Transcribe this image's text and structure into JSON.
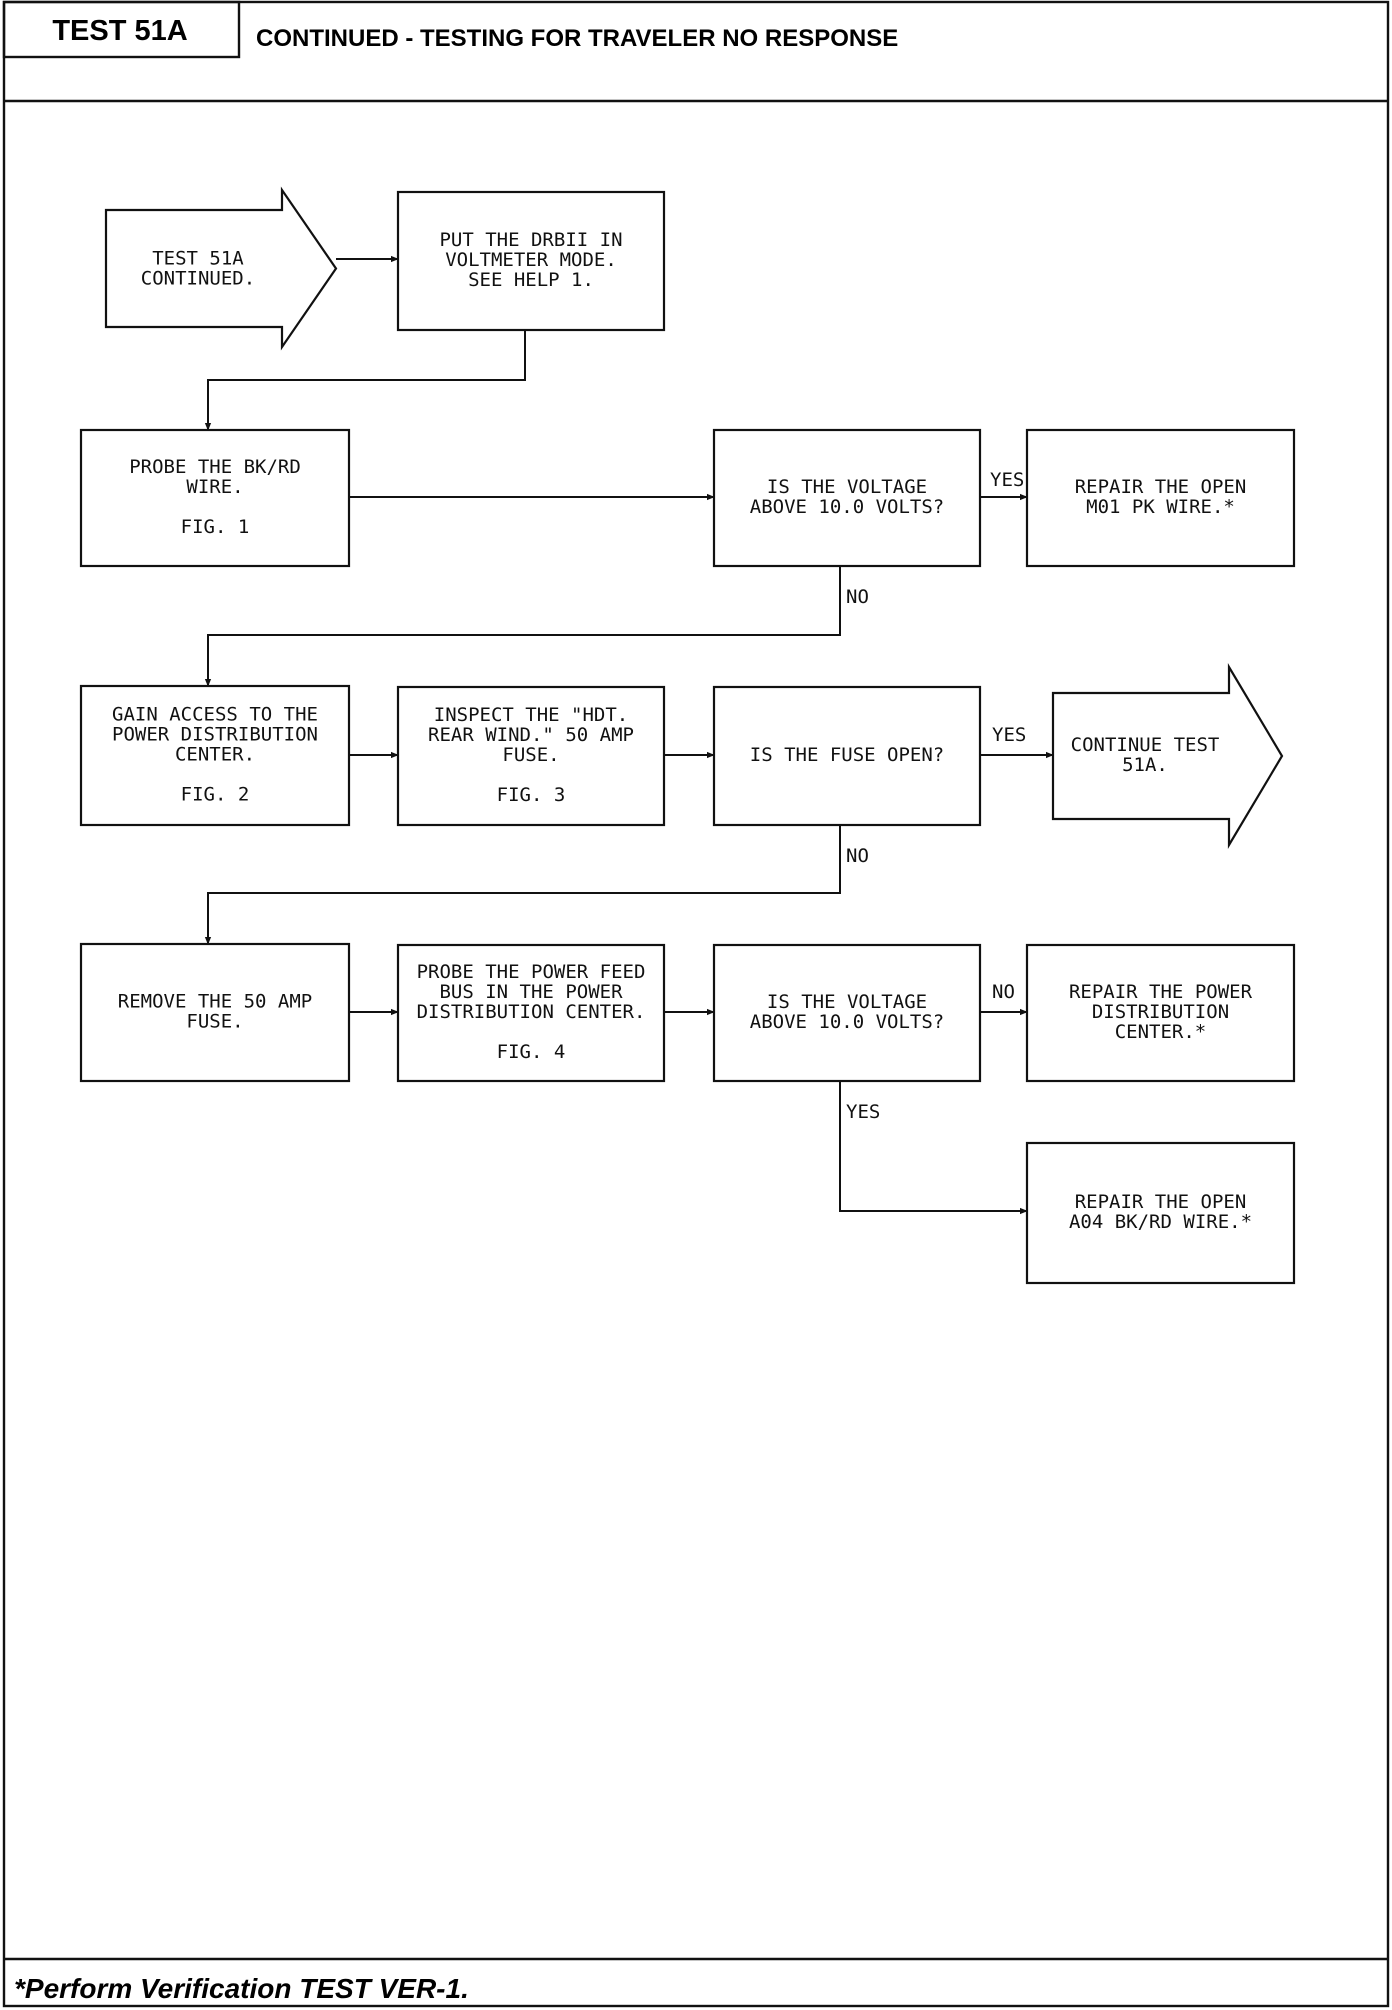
{
  "header": {
    "test_id": "TEST 51A",
    "title": "CONTINUED - TESTING FOR TRAVELER NO RESPONSE"
  },
  "footer": {
    "note": "*Perform Verification TEST VER-1."
  },
  "diagram": {
    "nodes": [
      {
        "id": "start",
        "shape": "arrow",
        "lines": [
          "TEST 51A",
          "CONTINUED."
        ]
      },
      {
        "id": "voltmeter",
        "shape": "box",
        "lines": [
          "PUT THE DRBII IN",
          "VOLTMETER MODE.",
          "SEE HELP 1."
        ]
      },
      {
        "id": "probe_bkrd",
        "shape": "box",
        "lines": [
          "PROBE THE BK/RD",
          "WIRE.",
          "",
          "FIG. 1"
        ]
      },
      {
        "id": "q_voltage1",
        "shape": "box",
        "lines": [
          "IS THE VOLTAGE",
          "ABOVE 10.0 VOLTS?"
        ]
      },
      {
        "id": "repair_m01",
        "shape": "box",
        "lines": [
          "REPAIR THE OPEN",
          "M01 PK WIRE.*"
        ]
      },
      {
        "id": "gain_access",
        "shape": "box",
        "lines": [
          "GAIN ACCESS TO THE",
          "POWER DISTRIBUTION",
          "CENTER.",
          "",
          "FIG. 2"
        ]
      },
      {
        "id": "inspect_fuse",
        "shape": "box",
        "lines": [
          "INSPECT THE \"HDT.",
          "REAR WIND.\" 50 AMP",
          "FUSE.",
          "",
          "FIG. 3"
        ]
      },
      {
        "id": "q_fuse",
        "shape": "box",
        "lines": [
          "IS THE FUSE OPEN?"
        ]
      },
      {
        "id": "continue",
        "shape": "arrow",
        "lines": [
          "CONTINUE TEST",
          "51A."
        ]
      },
      {
        "id": "remove_fuse",
        "shape": "box",
        "lines": [
          "REMOVE THE 50 AMP",
          "FUSE."
        ]
      },
      {
        "id": "probe_bus",
        "shape": "box",
        "lines": [
          "PROBE THE POWER FEED",
          "BUS IN THE POWER",
          "DISTRIBUTION CENTER.",
          "",
          "FIG. 4"
        ]
      },
      {
        "id": "q_voltage2",
        "shape": "box",
        "lines": [
          "IS THE VOLTAGE",
          "ABOVE 10.0 VOLTS?"
        ]
      },
      {
        "id": "repair_pdc",
        "shape": "box",
        "lines": [
          "REPAIR THE POWER",
          "DISTRIBUTION",
          "CENTER.*"
        ]
      },
      {
        "id": "repair_a04",
        "shape": "box",
        "lines": [
          "REPAIR THE OPEN",
          "A04 BK/RD WIRE.*"
        ]
      }
    ],
    "edges": [
      {
        "from": "start",
        "to": "voltmeter",
        "label": ""
      },
      {
        "from": "voltmeter",
        "to": "probe_bkrd",
        "label": ""
      },
      {
        "from": "probe_bkrd",
        "to": "q_voltage1",
        "label": ""
      },
      {
        "from": "q_voltage1",
        "to": "repair_m01",
        "label": "YES"
      },
      {
        "from": "q_voltage1",
        "to": "gain_access",
        "label": "NO"
      },
      {
        "from": "gain_access",
        "to": "inspect_fuse",
        "label": ""
      },
      {
        "from": "inspect_fuse",
        "to": "q_fuse",
        "label": ""
      },
      {
        "from": "q_fuse",
        "to": "continue",
        "label": "YES"
      },
      {
        "from": "q_fuse",
        "to": "remove_fuse",
        "label": "NO"
      },
      {
        "from": "remove_fuse",
        "to": "probe_bus",
        "label": ""
      },
      {
        "from": "probe_bus",
        "to": "q_voltage2",
        "label": ""
      },
      {
        "from": "q_voltage2",
        "to": "repair_pdc",
        "label": "NO"
      },
      {
        "from": "q_voltage2",
        "to": "repair_a04",
        "label": "YES"
      }
    ]
  }
}
